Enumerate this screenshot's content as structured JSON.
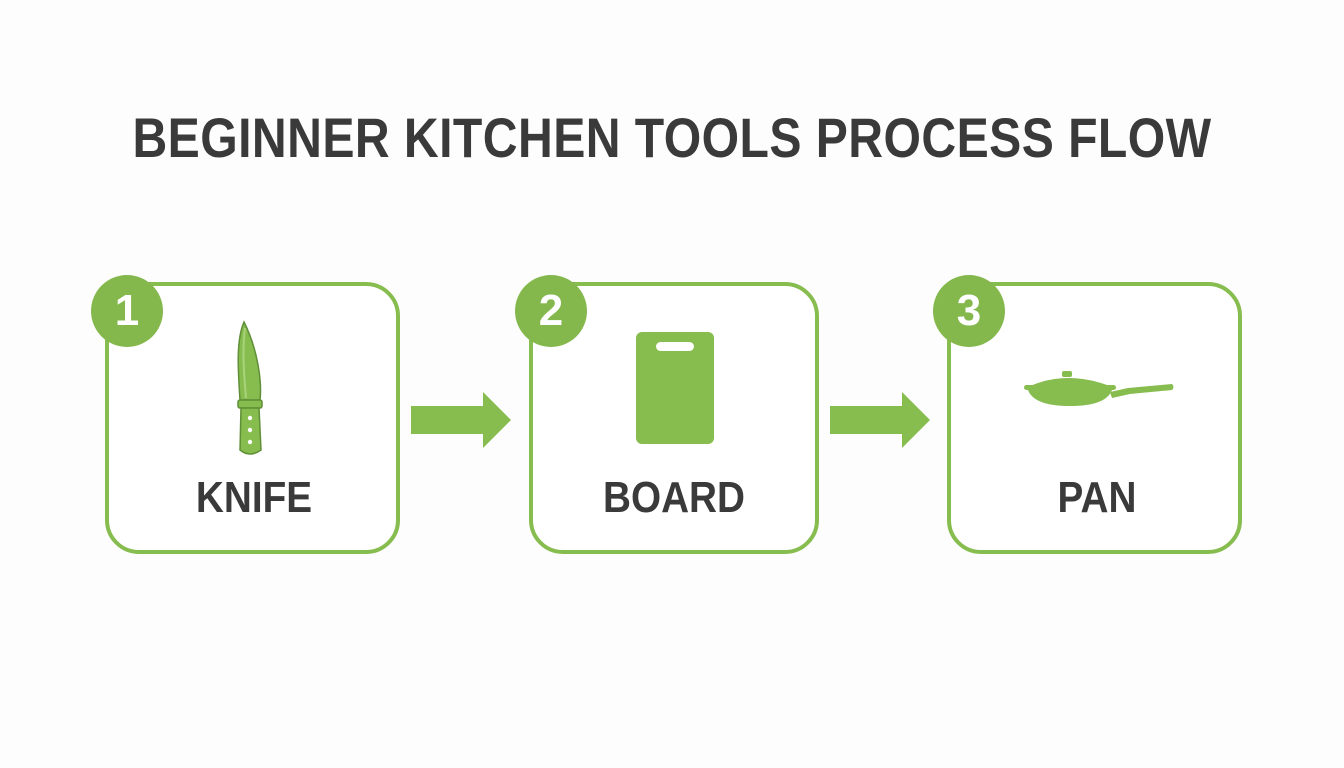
{
  "title": "BEGINNER KITCHEN TOOLS PROCESS FLOW",
  "colors": {
    "accent": "#87bc4f",
    "badge": "#84b84d",
    "text": "#3a3a3a",
    "background": "#fcfdfc"
  },
  "steps": [
    {
      "number": "1",
      "label": "KNIFE",
      "icon": "knife-icon"
    },
    {
      "number": "2",
      "label": "BOARD",
      "icon": "cutting-board-icon"
    },
    {
      "number": "3",
      "label": "PAN",
      "icon": "frying-pan-icon"
    }
  ]
}
